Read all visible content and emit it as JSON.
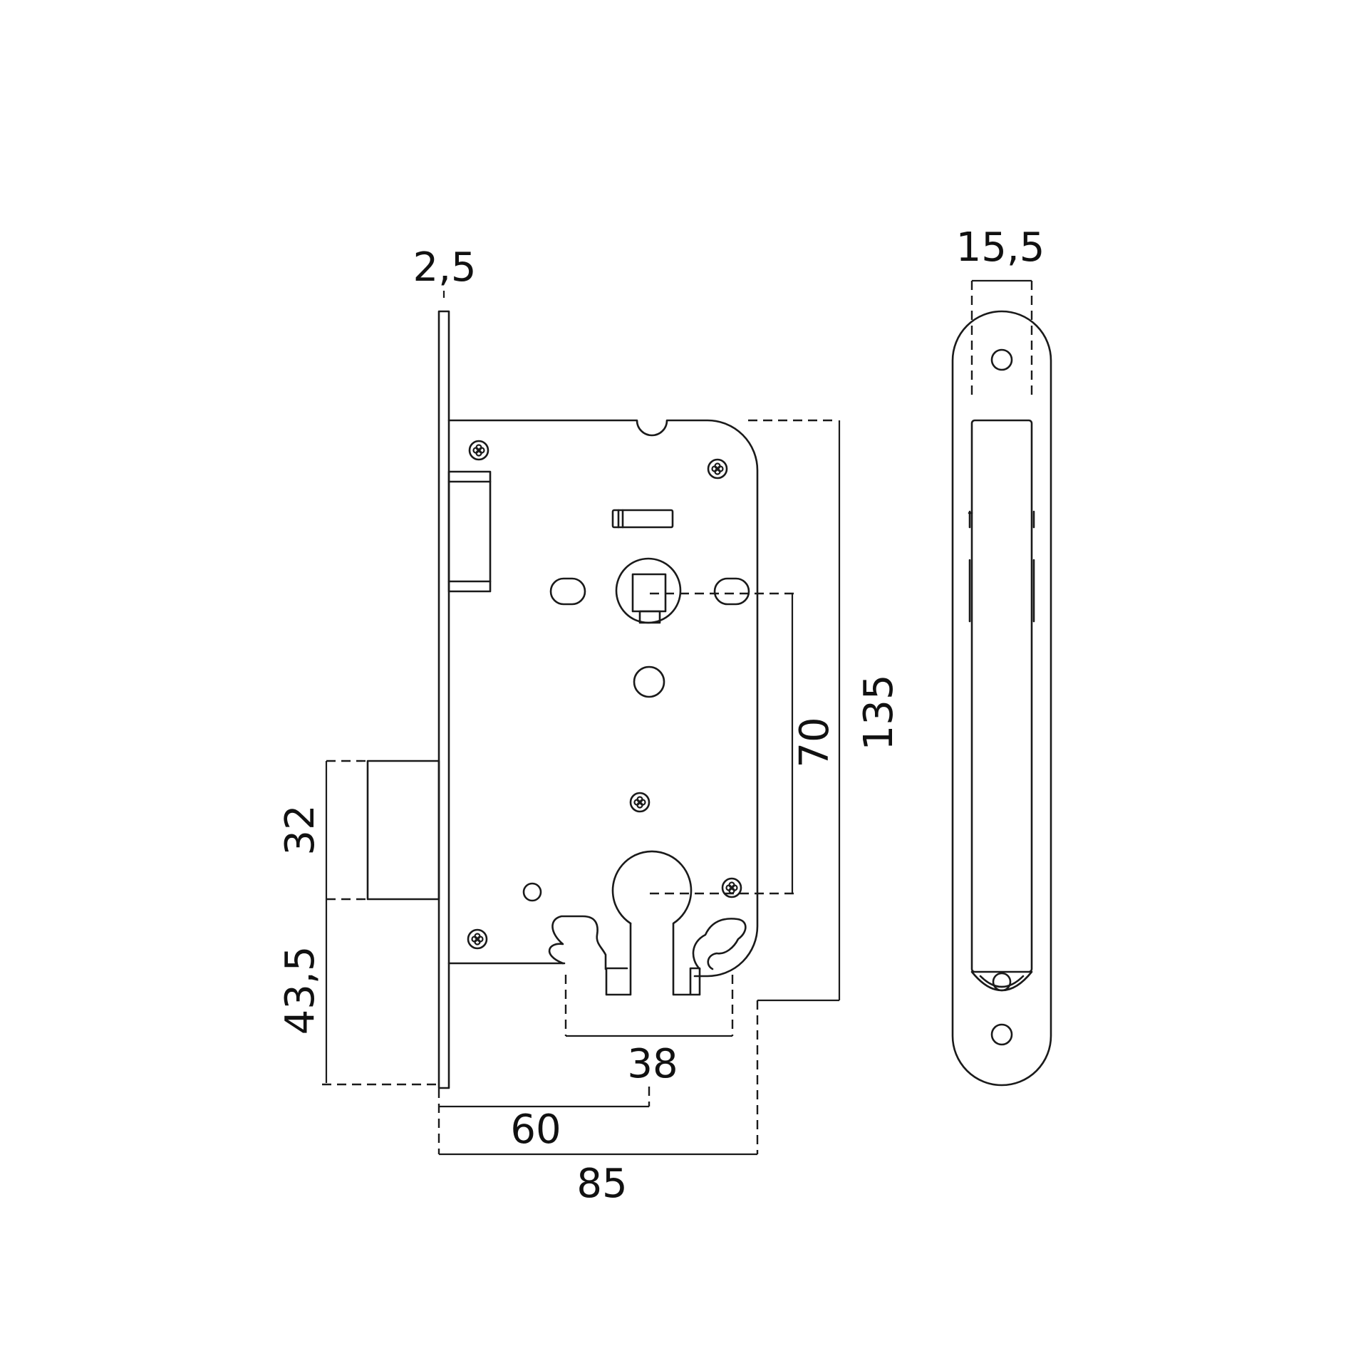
{
  "colors": {
    "line": "#1a1a1a",
    "background": "#ffffff"
  },
  "dimensions": {
    "faceplate_thickness": "2,5",
    "faceplate_width": "15,5",
    "bolt_height": "32",
    "bolt_offset": "43,5",
    "handle_to_cylinder": "70",
    "case_height": "135",
    "cylinder_width": "38",
    "backset": "60",
    "case_depth": "85"
  }
}
